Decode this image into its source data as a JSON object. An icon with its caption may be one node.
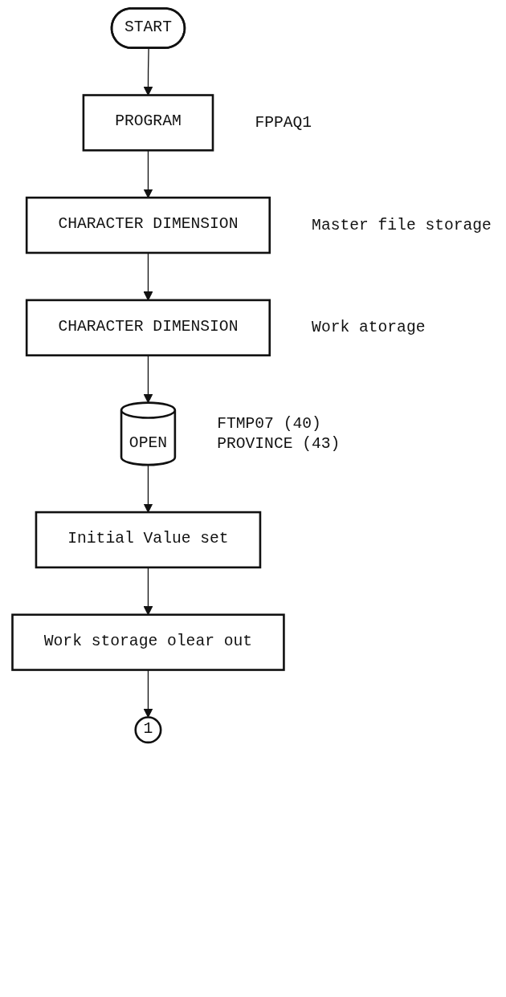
{
  "diagram": {
    "nodes": [
      {
        "text": [
          "START"
        ]
      },
      {
        "text": [
          "PROGRAM"
        ],
        "beside": [
          "FPPAQ1"
        ]
      },
      {
        "text": [
          "CHARACTER DIMENSION"
        ],
        "beside": [
          "Master file storage"
        ]
      },
      {
        "text": [
          "CHARACTER DIMENSION"
        ],
        "beside": [
          "Work atorage"
        ]
      },
      {
        "text": [
          "OPEN"
        ],
        "beside": [
          "FTMP07 (40)",
          "PROVINCE (43)"
        ]
      },
      {
        "text": [
          "Initial Value set"
        ]
      },
      {
        "text": [
          "Work storage olear out"
        ]
      },
      {
        "text": [
          "1"
        ]
      }
    ],
    "edges": [
      {
        "from": 0,
        "to": 1,
        "arrow": "to"
      },
      {
        "from": 1,
        "to": 2,
        "arrow": "to"
      },
      {
        "from": 2,
        "to": 3,
        "arrow": "to"
      },
      {
        "from": 3,
        "to": 4,
        "arrow": "to"
      },
      {
        "from": 4,
        "to": 5,
        "arrow": "to"
      },
      {
        "from": 5,
        "to": 6,
        "arrow": "to"
      },
      {
        "from": 6,
        "to": 7,
        "arrow": "to"
      }
    ]
  }
}
